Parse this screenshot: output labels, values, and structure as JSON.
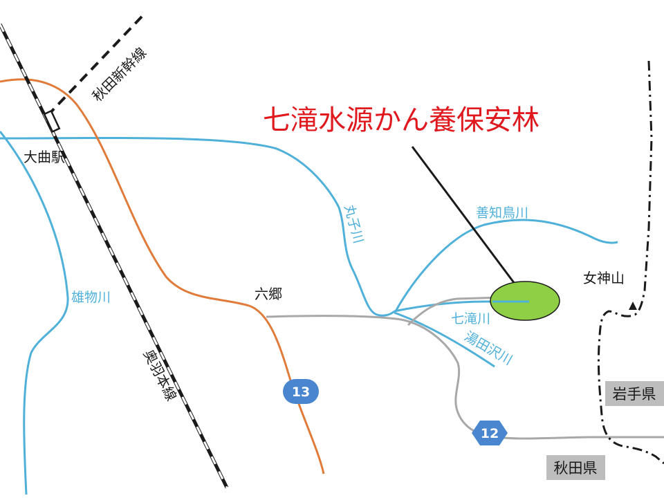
{
  "title": "七滝水源かん養保安林",
  "stations": {
    "omagari": "大曲駅"
  },
  "railways": {
    "shinkansen": "秋田新幹線",
    "ou_line": "奥羽本線"
  },
  "rivers": {
    "omono": "雄物川",
    "maruko": "丸子川",
    "zenchidori": "善知鳥川",
    "nanataki": "七滝川",
    "yutazawa": "湯田沢川"
  },
  "places": {
    "rokugo": "六郷",
    "megamiyama": "女神山"
  },
  "routes": {
    "r13": "13",
    "r12": "12"
  },
  "prefectures": {
    "iwate": "岩手県",
    "akita": "秋田県"
  },
  "colors": {
    "river": "#4fb0d9",
    "route13": "#e07b39",
    "road": "#a8a8a8",
    "forest": "#8fcf45",
    "title": "#e0191f",
    "shield": "#4a86cf",
    "pref_box": "#bdbdbd"
  }
}
